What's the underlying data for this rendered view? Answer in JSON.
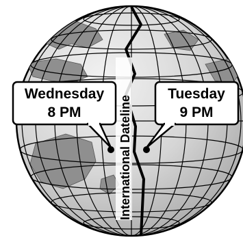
{
  "left_callout": {
    "day": "Wednesday",
    "time": "8 PM"
  },
  "right_callout": {
    "day": "Tuesday",
    "time": "9 PM"
  },
  "dateline_label": "International Dateline",
  "colors": {
    "globe_fill": "#d8d8d8",
    "land_fill": "#8f8f8f",
    "line": "#000000",
    "grid": "#000000",
    "callout_fill": "#ffffff"
  }
}
